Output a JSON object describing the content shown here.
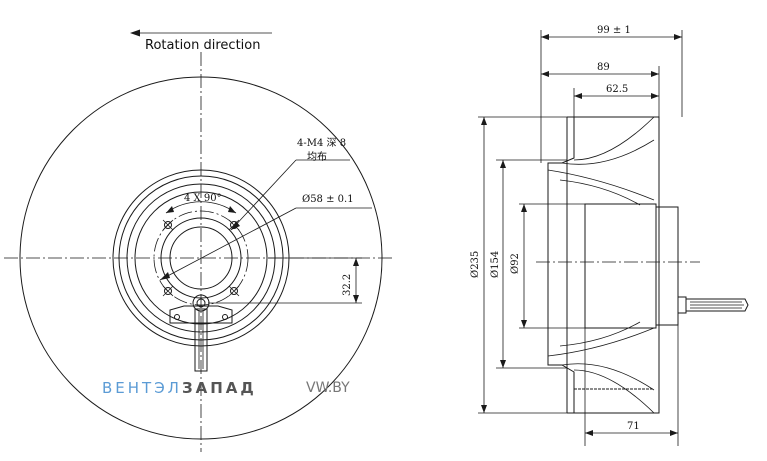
{
  "front_view": {
    "rotation_label": "Rotation direction",
    "hole_note_line1": "4-M4 深 8",
    "hole_note_line2": "均布",
    "angle_label": "4 X 90°",
    "diameter_label": "Ø58 ± 0.1",
    "offset_label": "32.2"
  },
  "side_view": {
    "overall_width": "99 ± 1",
    "wheel_width": "89",
    "inlet_width": "62.5",
    "motor_width": "71",
    "outer_diameter": "Ø235",
    "inlet_diameter": "Ø154",
    "motor_diameter": "Ø92"
  },
  "watermark": {
    "brand_a": "ВЕНТЭЛ",
    "brand_b": "ЗАПАД",
    "site": "VW.BY",
    "color_a": "#5b9bd5",
    "color_b": "#555555",
    "color_site": "#777777"
  }
}
